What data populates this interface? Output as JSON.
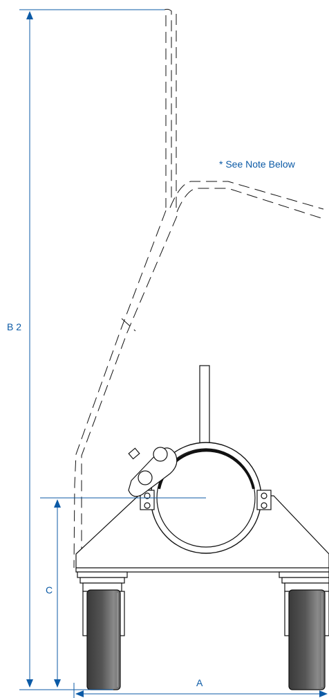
{
  "colors": {
    "dimension": "#0b5aa6",
    "line": "#111111",
    "wheel_dark": "#3a3a3a",
    "wheel_light": "#8a8a8a"
  },
  "note": "* See Note Below",
  "dimensions": {
    "a_label": "A",
    "b_label": "B 2",
    "c_label": "C"
  }
}
